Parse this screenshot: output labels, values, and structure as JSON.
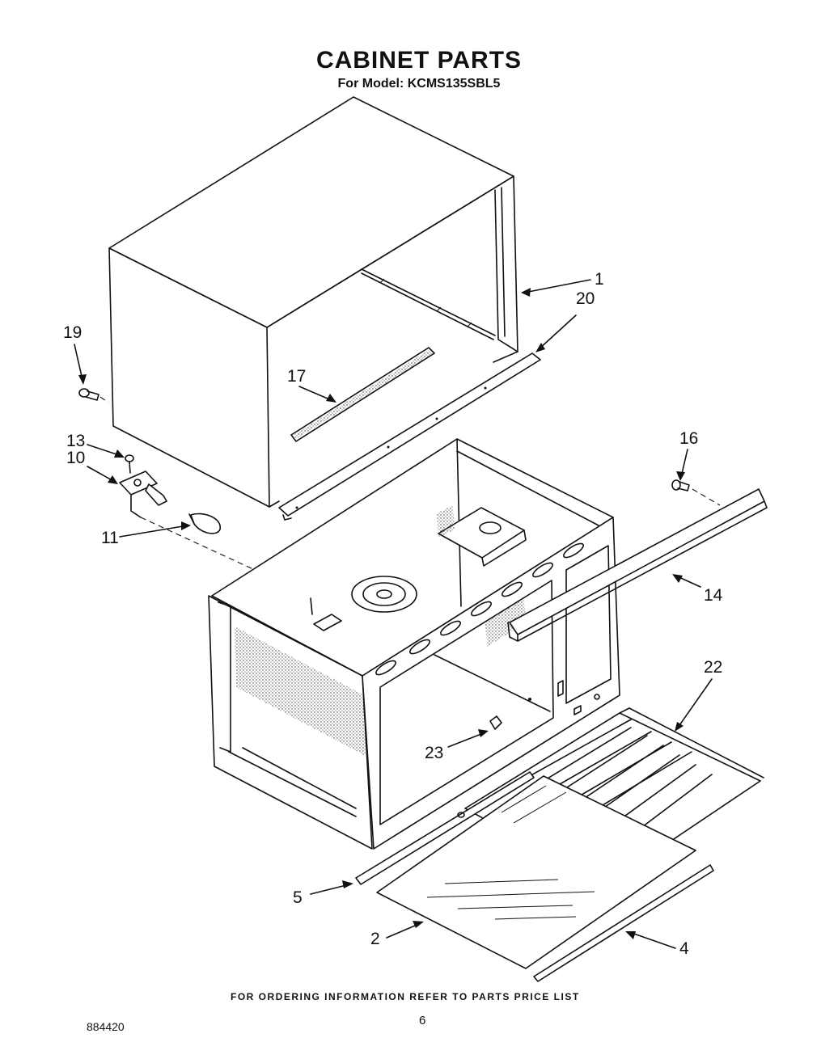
{
  "header": {
    "title": "CABINET PARTS",
    "subtitle": "For Model: KCMS135SBL5"
  },
  "callouts": [
    {
      "id": "1",
      "label": "1"
    },
    {
      "id": "20",
      "label": "20"
    },
    {
      "id": "19",
      "label": "19"
    },
    {
      "id": "17",
      "label": "17"
    },
    {
      "id": "13",
      "label": "13"
    },
    {
      "id": "10",
      "label": "10"
    },
    {
      "id": "16",
      "label": "16"
    },
    {
      "id": "11",
      "label": "11"
    },
    {
      "id": "14",
      "label": "14"
    },
    {
      "id": "22",
      "label": "22"
    },
    {
      "id": "23",
      "label": "23"
    },
    {
      "id": "5",
      "label": "5"
    },
    {
      "id": "2",
      "label": "2"
    },
    {
      "id": "4",
      "label": "4"
    }
  ],
  "footer": {
    "ordering_note": "FOR ORDERING INFORMATION REFER TO PARTS PRICE LIST",
    "page_number": "6",
    "document_code": "884420"
  }
}
